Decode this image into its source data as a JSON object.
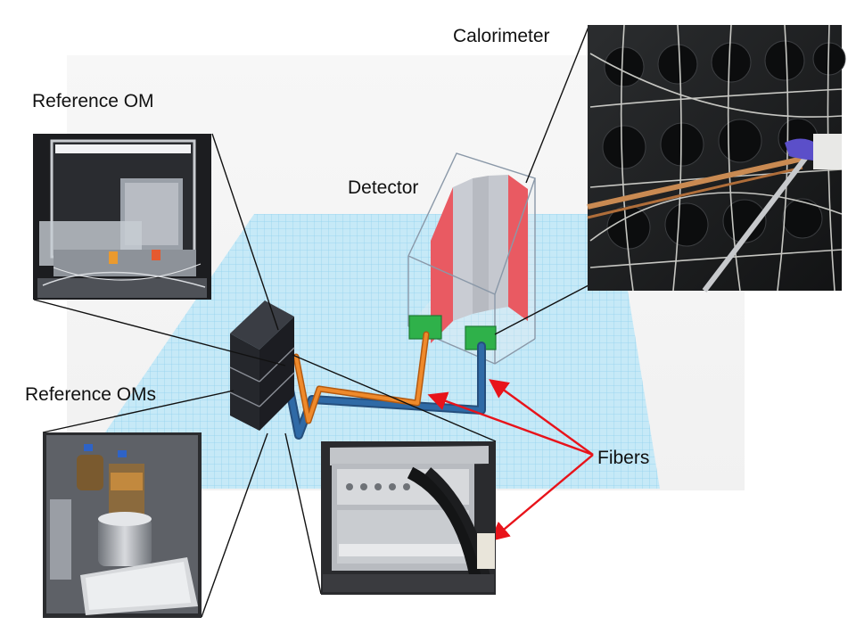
{
  "labels": {
    "calorimeter": "Calorimeter",
    "reference_om": "Reference OM",
    "detector": "Detector",
    "reference_oms": "Reference OMs",
    "fibers": "Fibers"
  },
  "colors": {
    "grid_fill": "#bfe6f5",
    "grid_line": "#8fd0ec",
    "scintillator": "#e95a62",
    "fiber_orange": "#ef8a2b",
    "fiber_blue": "#2f6aa6",
    "pmt_green": "#2fb14a",
    "arrow_red": "#e8131a",
    "box_dark": "#23252b"
  },
  "icons": {
    "photo_reference_om": "photo-reference-om-icon",
    "photo_reference_oms": "photo-reference-oms-icon",
    "photo_calorimeter": "photo-calorimeter-icon",
    "photo_fibers_rack": "photo-fibers-rack-icon"
  }
}
